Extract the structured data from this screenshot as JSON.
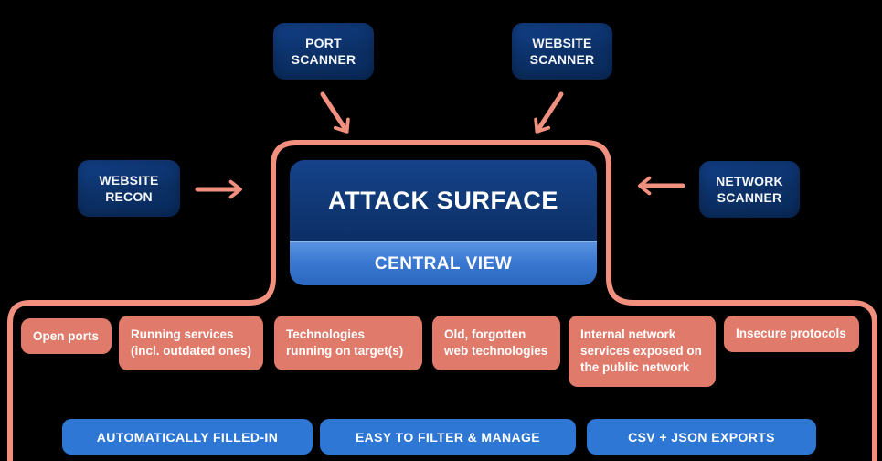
{
  "scanners": {
    "port": "PORT SCANNER",
    "website": "WEBSITE SCANNER",
    "recon": "WEBSITE RECON",
    "network": "NETWORK SCANNER"
  },
  "central": {
    "title": "ATTACK SURFACE",
    "subtitle": "CENTRAL VIEW"
  },
  "findings": [
    "Open ports",
    "Running services (incl. outdated ones)",
    "Technologies running on target(s)",
    "Old, forgotten web technologies",
    "Internal network services exposed on the public network",
    "Insecure protocols"
  ],
  "features": [
    "AUTOMATICALLY FILLED-IN",
    "EASY TO FILTER & MANAGE",
    "CSV + JSON EXPORTS"
  ],
  "colors": {
    "background": "#000000",
    "navy_box": "#0C3066",
    "central_view_blue": "#3A79D2",
    "feature_button_blue": "#2E77D4",
    "outline_salmon": "#F2907F",
    "finding_salmon": "#E07A6A",
    "text": "#FFFFFF"
  }
}
